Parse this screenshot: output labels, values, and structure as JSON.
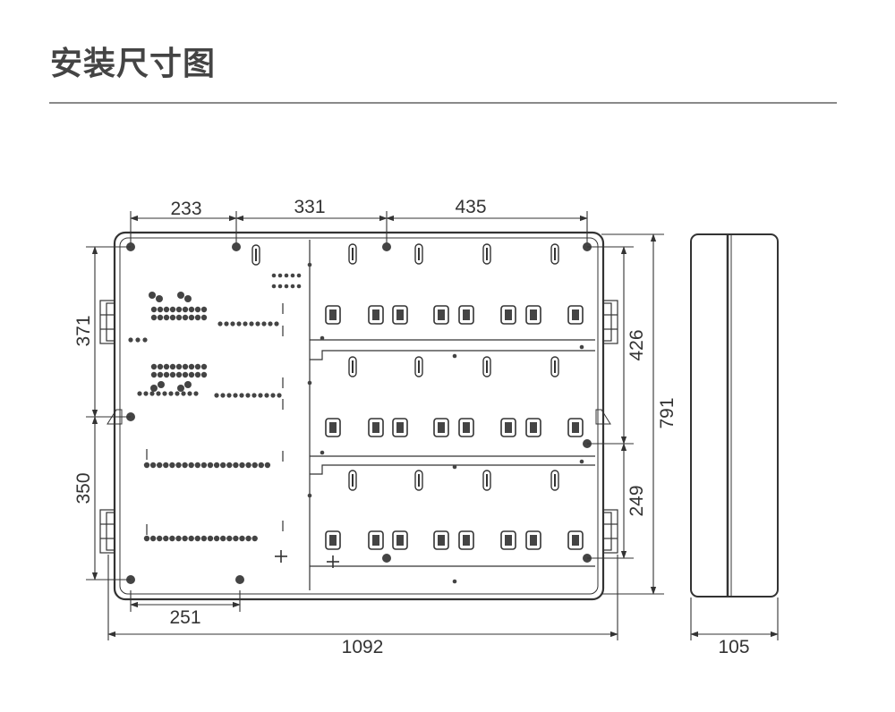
{
  "page": {
    "title": "安装尺寸图"
  },
  "front_view": {
    "dimensions": {
      "top_left": "233",
      "top_middle": "331",
      "top_right": "435",
      "left_upper": "371",
      "left_lower": "350",
      "bottom_left": "251",
      "total_width": "1092",
      "right_upper": "426",
      "right_lower": "249",
      "total_height": "791"
    }
  },
  "side_view": {
    "dimensions": {
      "depth": "105"
    }
  },
  "colors": {
    "line": "#333333",
    "dot": "#444444",
    "rule": "#8a8a8a"
  }
}
